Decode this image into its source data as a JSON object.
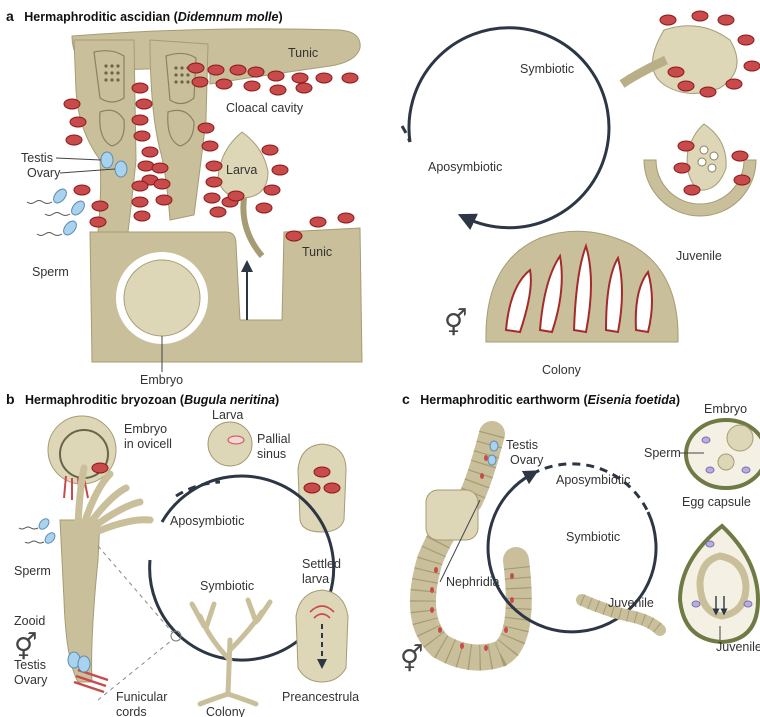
{
  "panels": {
    "a": {
      "letter": "a",
      "title_pre": "Hermaphroditic ascidian (",
      "title_species": "Didemnum molle",
      "title_post": ")",
      "labels": {
        "tunic_top": "Tunic",
        "cloacal_cavity": "Cloacal cavity",
        "testis": "Testis",
        "ovary": "Ovary",
        "larva": "Larva",
        "sperm": "Sperm",
        "tunic_right": "Tunic",
        "embryo": "Embryo",
        "symbiotic": "Symbiotic",
        "aposymbiotic": "Aposymbiotic",
        "juvenile": "Juvenile",
        "colony": "Colony"
      }
    },
    "b": {
      "letter": "b",
      "title_pre": "Hermaphroditic bryozoan (",
      "title_species": "Bugula neritina",
      "title_post": ")",
      "labels": {
        "embryo_line1": "Embryo",
        "embryo_line2": "in ovicell",
        "larva": "Larva",
        "pallial_line1": "Pallial",
        "pallial_line2": "sinus",
        "aposymbiotic": "Aposymbiotic",
        "symbiotic": "Symbiotic",
        "settled_line1": "Settled",
        "settled_line2": "larva",
        "sperm": "Sperm",
        "zooid": "Zooid",
        "testis": "Testis",
        "ovary": "Ovary",
        "funicular_line1": "Funicular",
        "funicular_line2": "cords",
        "colony": "Colony",
        "preancestrula": "Preancestrula"
      }
    },
    "c": {
      "letter": "c",
      "title_pre": "Hermaphroditic earthworm (",
      "title_species": "Eisenia foetida",
      "title_post": ")",
      "labels": {
        "testis": "Testis",
        "ovary": "Ovary",
        "aposymbiotic": "Aposymbiotic",
        "symbiotic": "Symbiotic",
        "embryo": "Embryo",
        "sperm": "Sperm",
        "egg_capsule": "Egg capsule",
        "nephridia": "Nephridia",
        "juvenile": "Juvenile",
        "juvenile_capsule": "Juvenile"
      }
    }
  },
  "symbols": {
    "hermaphrodite": "⚥"
  },
  "colors": {
    "tissue": "#c9c09b",
    "tissue_light": "#ddd6b7",
    "symbiont_fill": "#c94a4a",
    "symbiont_edge": "#8c1c1c",
    "gamete_blue": "#a9d2ef",
    "cycle_line": "#2c3644",
    "capsule_rim": "#6f7a45"
  }
}
